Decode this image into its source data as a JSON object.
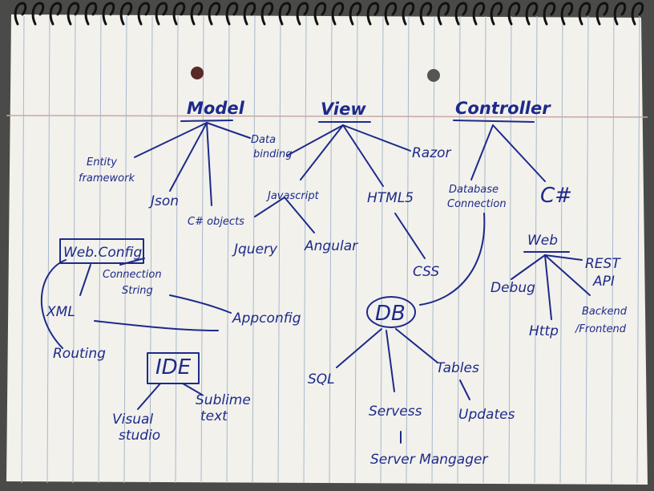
{
  "colors": {
    "ink": "#1d2a8a",
    "paper": "#f2f1ec",
    "rule": "#a9b8cc",
    "margin": "#c8a8a8",
    "background": "#4a4a48"
  },
  "notes": {
    "model": "Model",
    "view": "View",
    "controller": "Controller",
    "entity_framework_1": "Entity",
    "entity_framework_2": "framework",
    "json": "Json",
    "csharp_objects": "C# objects",
    "data_binding_1": "Data",
    "data_binding_2": "binding",
    "razor": "Razor",
    "javascript": "Javascript",
    "html5": "HTML5",
    "jquery": "Jquery",
    "angular": "Angular",
    "css": "CSS",
    "database_connection_1": "Database",
    "database_connection_2": "Connection",
    "csharp": "C#",
    "web": "Web",
    "rest_api_1": "REST",
    "rest_api_2": "API",
    "debug": "Debug",
    "http": "Http",
    "backend_1": "Backend",
    "backend_2": "/Frontend",
    "web_config": "Web.Config",
    "connection_string_1": "Connection",
    "connection_string_2": "String",
    "xml": "XML",
    "routing": "Routing",
    "appconfig": "Appconfig",
    "db": "DB",
    "ide": "IDE",
    "visual_studio_1": "Visual",
    "visual_studio_2": "studio",
    "sublime_text_1": "Sublime",
    "sublime_text_2": "text",
    "sql": "SQL",
    "tables": "Tables",
    "servers": "Servess",
    "updates": "Updates",
    "server_manager": "Server Mangager"
  }
}
